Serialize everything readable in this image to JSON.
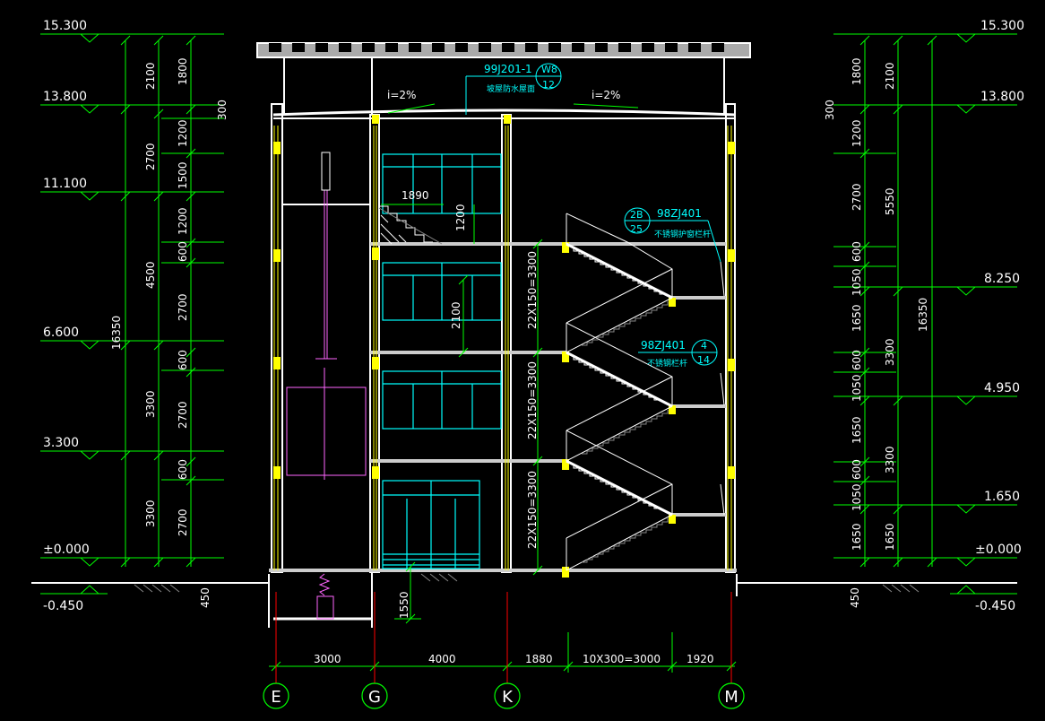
{
  "drawing": {
    "type": "architectural-section",
    "colors": {
      "background": "#000000",
      "dimension": "#00ff00",
      "structure": "#ffffff",
      "column": "#ffff00",
      "window": "#00ffff",
      "elevator": "#ff66ff",
      "grid_axis": "#ff0000",
      "annotation": "#00ffff"
    },
    "elevations_left": [
      "15.300",
      "13.800",
      "11.100",
      "6.600",
      "3.300",
      "±0.000",
      "-0.450"
    ],
    "elevations_right": [
      "15.300",
      "13.800",
      "8.250",
      "4.950",
      "1.650",
      "±0.000",
      "-0.450"
    ],
    "left_dims_outer": {
      "total": "16350",
      "segments": [
        "2100",
        "2700",
        "4500",
        "3300",
        "3300"
      ]
    },
    "left_dims_inner": [
      "1800",
      "300",
      "1200",
      "1500",
      "1200",
      "600",
      "2700",
      "600",
      "2700",
      "600",
      "2700"
    ],
    "left_below": "450",
    "right_dims_inner": [
      "1800",
      "300",
      "1200",
      "2700",
      "600",
      "1050",
      "1650",
      "600",
      "1050",
      "1650",
      "600",
      "1050",
      "1650"
    ],
    "right_dims_outer": {
      "total": "16350",
      "segments": [
        "2100",
        "5550",
        "3300",
        "3300",
        "1650"
      ]
    },
    "right_below": "450",
    "roof_label": "99J201-1",
    "roof_ref_top": "W8",
    "roof_ref_bottom": "12",
    "roof_note": "坡屋防水屋面",
    "slope_left": "i=2%",
    "slope_right": "i=2%",
    "stair_ref1": {
      "code": "98ZJ401",
      "top": "2B",
      "bottom": "25",
      "note": "不锈钢护窗栏杆"
    },
    "stair_ref2": {
      "code": "98ZJ401",
      "top": "4",
      "bottom": "14",
      "note": "不锈钢栏杆"
    },
    "dim_1890": "1890",
    "dim_1200": "1200",
    "dim_2100": "2100",
    "dim_1550": "1550",
    "stair_runs": [
      "22X150=3300",
      "22X150=3300",
      "22X150=3300"
    ],
    "bottom_dims": [
      "3000",
      "4000",
      "1880",
      "10X300=3000",
      "1920"
    ],
    "axes": [
      "E",
      "G",
      "K",
      "M"
    ]
  }
}
